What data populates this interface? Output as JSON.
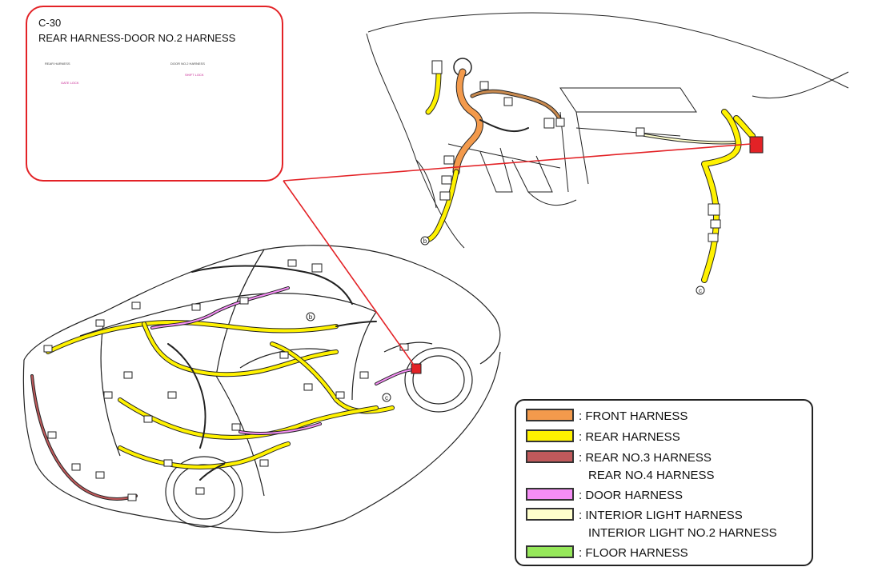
{
  "connector": {
    "code": "C-30",
    "title": "REAR HARNESS-DOOR NO.2 HARNESS",
    "left_caption": "REAR HARNESS",
    "right_caption": "DOOR NO.2 HARNESS",
    "left_tag": "GATE LOCK",
    "right_tag": "SHIFT LOCK"
  },
  "markers": {
    "b": "b",
    "c": "c"
  },
  "legend": [
    {
      "color": "#f39a4c",
      "label": ": FRONT HARNESS",
      "label2": ""
    },
    {
      "color": "#fff200",
      "label": ": REAR HARNESS",
      "label2": ""
    },
    {
      "color": "#c0595b",
      "label": ": REAR NO.3 HARNESS",
      "label2": "REAR NO.4 HARNESS"
    },
    {
      "color": "#f58ef5",
      "label": ": DOOR HARNESS",
      "label2": ""
    },
    {
      "color": "#ffffcc",
      "label": ": INTERIOR LIGHT HARNESS",
      "label2": "INTERIOR LIGHT NO.2 HARNESS"
    },
    {
      "color": "#96e85a",
      "label": ": FLOOR HARNESS",
      "label2": ""
    }
  ],
  "harness_colors": {
    "front": "#f39a4c",
    "rear": "#fff200",
    "rear_no3": "#c0595b",
    "door": "#f58ef5",
    "interior": "#ffffcc",
    "floor": "#96e85a",
    "highlight": "#e32226"
  }
}
